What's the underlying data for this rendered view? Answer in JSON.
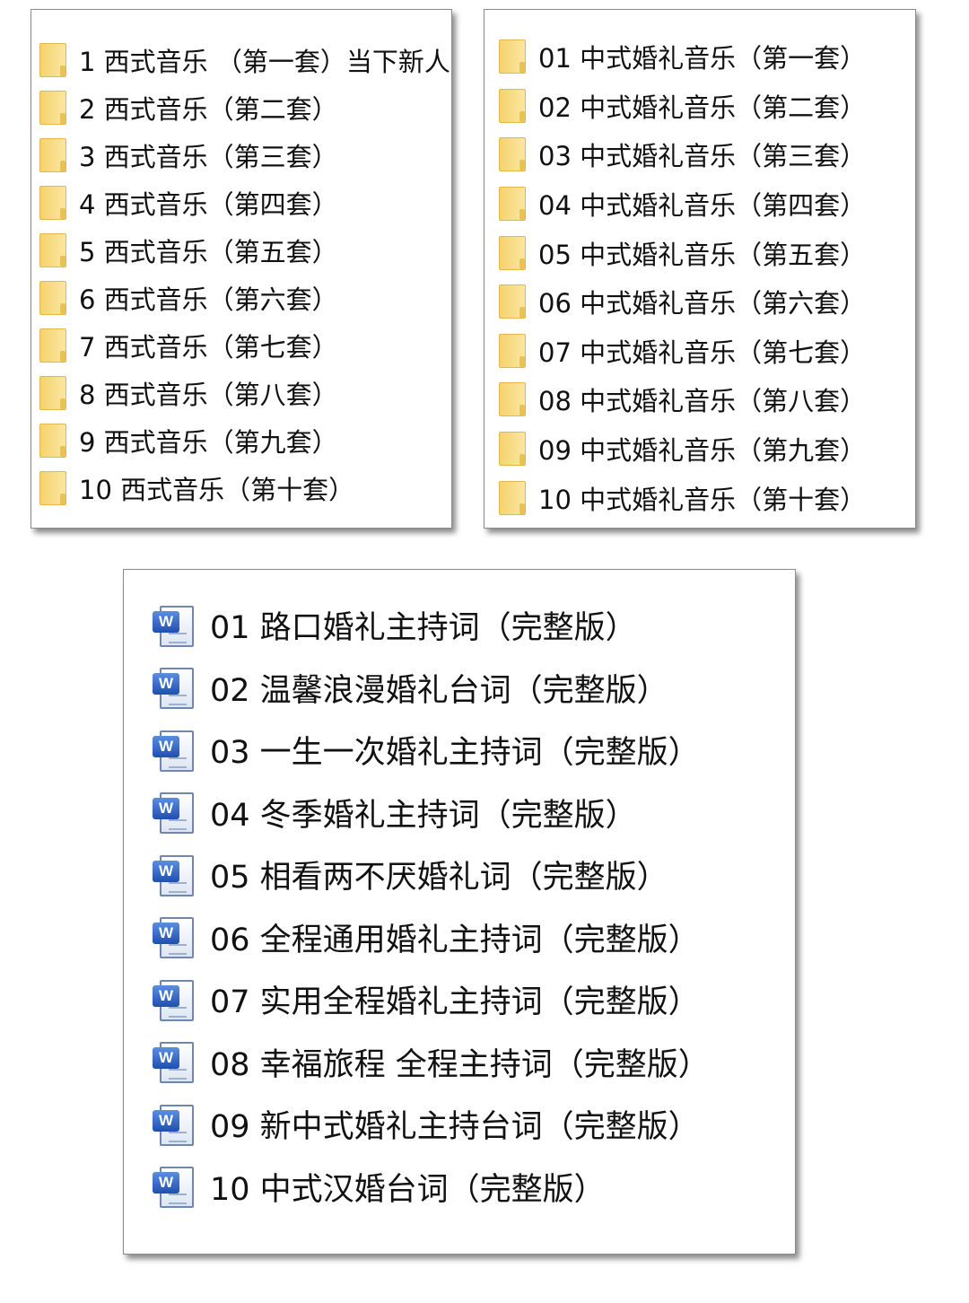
{
  "western_music_folder": {
    "items": [
      {
        "name": "1 西式音乐 （第一套）当下新人",
        "icon": "folder-icon"
      },
      {
        "name": "2 西式音乐（第二套）",
        "icon": "folder-icon"
      },
      {
        "name": "3 西式音乐（第三套）",
        "icon": "folder-icon"
      },
      {
        "name": "4 西式音乐（第四套）",
        "icon": "folder-icon"
      },
      {
        "name": "5 西式音乐（第五套）",
        "icon": "folder-icon"
      },
      {
        "name": "6 西式音乐（第六套）",
        "icon": "folder-icon"
      },
      {
        "name": "7 西式音乐（第七套）",
        "icon": "folder-icon"
      },
      {
        "name": "8 西式音乐（第八套）",
        "icon": "folder-icon"
      },
      {
        "name": "9 西式音乐（第九套）",
        "icon": "folder-icon"
      },
      {
        "name": "10 西式音乐（第十套）",
        "icon": "folder-icon"
      }
    ]
  },
  "chinese_music_folder": {
    "items": [
      {
        "name": "01 中式婚礼音乐（第一套）",
        "icon": "folder-icon"
      },
      {
        "name": "02 中式婚礼音乐（第二套）",
        "icon": "folder-icon"
      },
      {
        "name": "03 中式婚礼音乐（第三套）",
        "icon": "folder-icon"
      },
      {
        "name": "04 中式婚礼音乐（第四套）",
        "icon": "folder-icon"
      },
      {
        "name": "05 中式婚礼音乐（第五套）",
        "icon": "folder-icon"
      },
      {
        "name": "06 中式婚礼音乐（第六套）",
        "icon": "folder-icon"
      },
      {
        "name": "07 中式婚礼音乐（第七套）",
        "icon": "folder-icon"
      },
      {
        "name": "08 中式婚礼音乐（第八套）",
        "icon": "folder-icon"
      },
      {
        "name": "09 中式婚礼音乐（第九套）",
        "icon": "folder-icon"
      },
      {
        "name": "10 中式婚礼音乐（第十套）",
        "icon": "folder-icon"
      }
    ]
  },
  "host_scripts": {
    "icon_letter": "W",
    "items": [
      {
        "name": "01 路口婚礼主持词（完整版）",
        "icon": "word-document-icon"
      },
      {
        "name": "02 温馨浪漫婚礼台词（完整版）",
        "icon": "word-document-icon"
      },
      {
        "name": "03  一生一次婚礼主持词（完整版）",
        "icon": "word-document-icon"
      },
      {
        "name": "04 冬季婚礼主持词（完整版）",
        "icon": "word-document-icon"
      },
      {
        "name": "05 相看两不厌婚礼词（完整版）",
        "icon": "word-document-icon"
      },
      {
        "name": "06 全程通用婚礼主持词（完整版）",
        "icon": "word-document-icon"
      },
      {
        "name": "07 实用全程婚礼主持词（完整版）",
        "icon": "word-document-icon"
      },
      {
        "name": "08  幸福旅程 全程主持词（完整版）",
        "icon": "word-document-icon"
      },
      {
        "name": "09  新中式婚礼主持台词（完整版）",
        "icon": "word-document-icon"
      },
      {
        "name": "10  中式汉婚台词（完整版）",
        "icon": "word-document-icon"
      }
    ]
  }
}
